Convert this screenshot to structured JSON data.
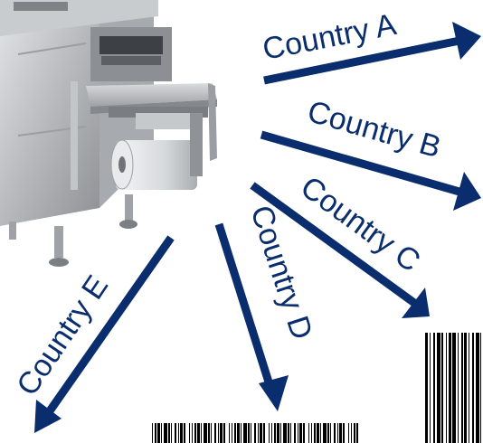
{
  "diagram": {
    "labels": {
      "a": "Country A",
      "b": "Country B",
      "c": "Country C",
      "d": "Country D",
      "e": "Country E"
    },
    "colors": {
      "arrow": "#0a2d6e",
      "machine_body": "#b9bcbf",
      "machine_dark": "#6d7074",
      "barcode": "#000000"
    },
    "icons": [
      "packaging-machine-image",
      "barcode-icon"
    ]
  }
}
